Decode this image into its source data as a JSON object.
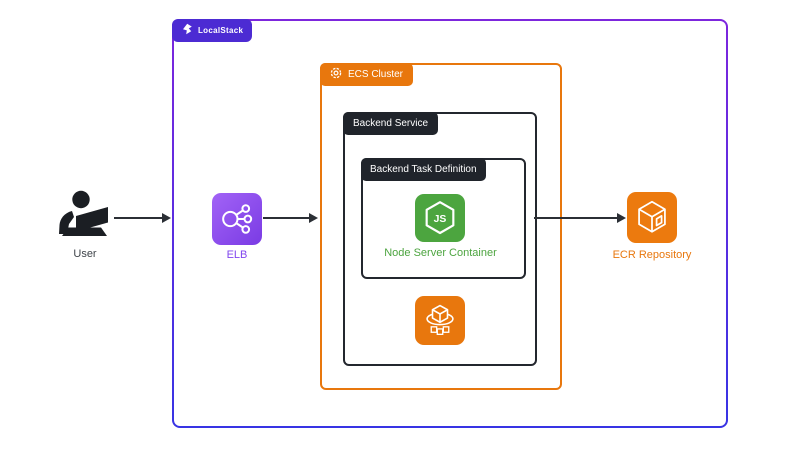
{
  "localstack": {
    "label": "LocalStack"
  },
  "ecs_cluster": {
    "label": "ECS Cluster"
  },
  "backend_service": {
    "label": "Backend Service"
  },
  "backend_task_definition": {
    "label": "Backend Task Definition"
  },
  "nodes": {
    "user": {
      "label": "User"
    },
    "elb": {
      "label": "ELB"
    },
    "node_server_container": {
      "label": "Node Server Container"
    },
    "ecr_repository": {
      "label": "ECR Repository"
    }
  },
  "icons": {
    "localstack_logo": "localstack-logo-icon",
    "ecs_cluster_ring": "ecs-cluster-ring-icon",
    "user": "user-at-laptop-icon",
    "elb": "load-balancer-icon",
    "node": "nodejs-hexagon-icon",
    "ecs_service": "ecs-service-icon",
    "ecr": "ecr-box-icon"
  },
  "colors": {
    "localstack_purple": "#4C2BD3",
    "border_gradient_top": "#7D26DD",
    "border_gradient_bottom": "#3834E4",
    "aws_orange": "#E8770D",
    "elb_purple_label": "#8146EE",
    "node_green": "#4CA43F",
    "dark_tab": "#20242B",
    "arrow": "#2B2F35",
    "user_label": "#3E4349"
  }
}
